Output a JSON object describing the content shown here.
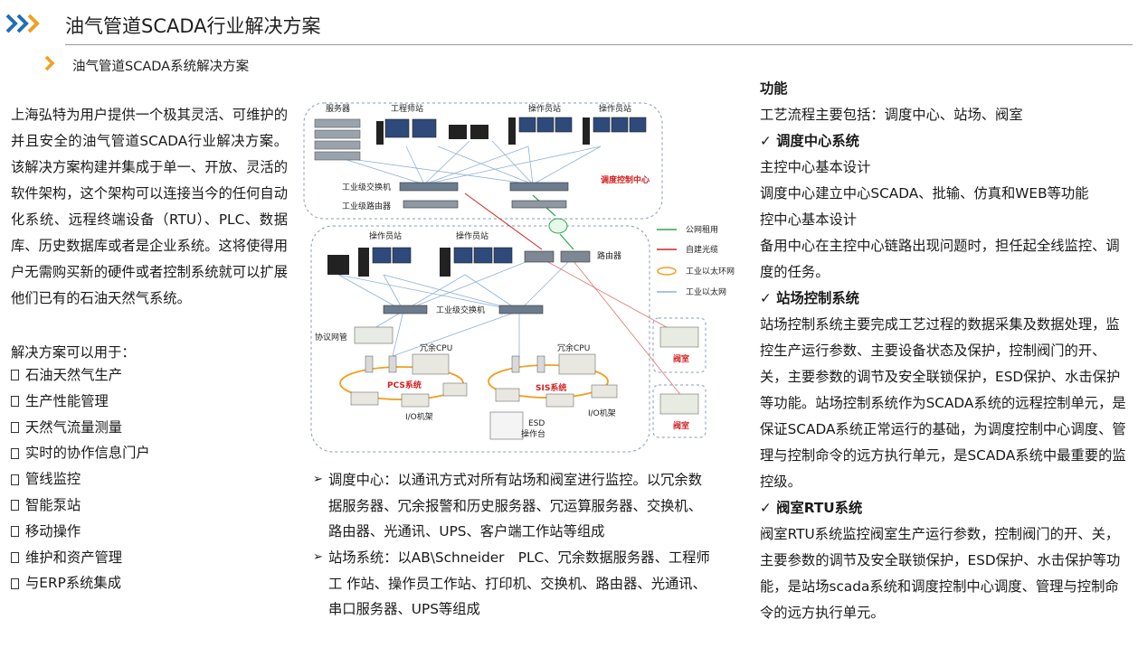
{
  "header": {
    "title": "油气管道SCADA行业解决方案",
    "subtitle": "油气管道SCADA系统解决方案"
  },
  "colors": {
    "accent_blue": "#1f6fb5",
    "accent_orange": "#f0a020",
    "diagram_red": "#d42020",
    "diagram_green": "#2aa84a"
  },
  "left": {
    "intro": "上海弘特为用户提供一个极其灵活、可维护的并且安全的油气管道SCADA行业解决方案。该解决方案构建并集成于单一、开放、灵活的软件架构，这个架构可以连接当今的任何自动化系统、远程终端设备（RTU）、PLC、数据库、历史数据库或者是企业系统。这将使得用户无需购买新的硬件或者控制系统就可以扩展他们已有的石油天然气系统。",
    "uses_heading": "解决方案可以用于：",
    "uses": [
      "石油天然气生产",
      "生产性能管理",
      "天然气流量测量",
      "实时的协作信息门户",
      "管线监控",
      "智能泵站",
      "移动操作",
      "维护和资产管理",
      "与ERP系统集成"
    ]
  },
  "diagram": {
    "server": "服务器",
    "engineer_station": "工程师站",
    "operator_station_1": "操作员站",
    "operator_station_2": "操作员站",
    "industrial_switch_top": "工业级交换机",
    "industrial_router_top": "工业级路由器",
    "dispatch_center": "调度控制中心",
    "operator_station_3": "操作员站",
    "operator_station_4": "操作员站",
    "router": "路由器",
    "industrial_switch_mid": "工业级交换机",
    "protocol_gateway": "协议网管",
    "redundant_cpu_1": "冗余CPU",
    "redundant_cpu_2": "冗余CPU",
    "pcs_system": "PCS系统",
    "sis_system": "SIS系统",
    "io_rack_1": "I/O机架",
    "io_rack_2": "I/O机架",
    "esd": "ESD",
    "console": "操作台",
    "valve_room_1": "阀室",
    "valve_room_2": "阀室",
    "legend": [
      "公网租用",
      "自建光缆",
      "工业以太环网",
      "工业以太网"
    ]
  },
  "middle": {
    "bullet1": "调度中心：以通讯方式对所有站场和阀室进行监控。以冗余数据服务器、冗余报警和历史服务器、冗运算服务器、交换机、路由器、光通讯、UPS、客户端工作站等组成",
    "bullet2": "站场系统：以AB\\Schneider　PLC、冗余数据服务器、工程师工 作站、操作员工作站、打印机、交换机、路由器、光通讯、串口服务器、UPS等组成"
  },
  "right": {
    "func_heading": "功能",
    "func_intro": "工艺流程主要包括：调度中心、站场、阀室",
    "dispatch_heading": "✓ 调度中心系统",
    "dispatch_l1": "主控中心基本设计",
    "dispatch_l2": "调度中心建立中心SCADA、批输、仿真和WEB等功能",
    "dispatch_l3": "控中心基本设计",
    "dispatch_l4": "备用中心在主控中心链路出现问题时，担任起全线监控、调度的任务。",
    "station_heading": "✓ 站场控制系统",
    "station_body": "站场控制系统主要完成工艺过程的数据采集及数据处理，监控生产运行参数、主要设备状态及保护，控制阀门的开、关，主要参数的调节及安全联锁保护，ESD保护、水击保护等功能。站场控制系统作为SCADA系统的远程控制单元，是保证SCADA系统正常运行的基础，为调度控制中心调度、管理与控制命令的远方执行单元，是SCADA系统中最重要的监控级。",
    "rtu_heading": "✓ 阀室RTU系统",
    "rtu_body": "阀室RTU系统监控阀室生产运行参数，控制阀门的开、关，主要参数的调节及安全联锁保护，ESD保护、水击保护等功能，是站场scada系统和调度控制中心调度、管理与控制命令的远方执行单元。"
  }
}
